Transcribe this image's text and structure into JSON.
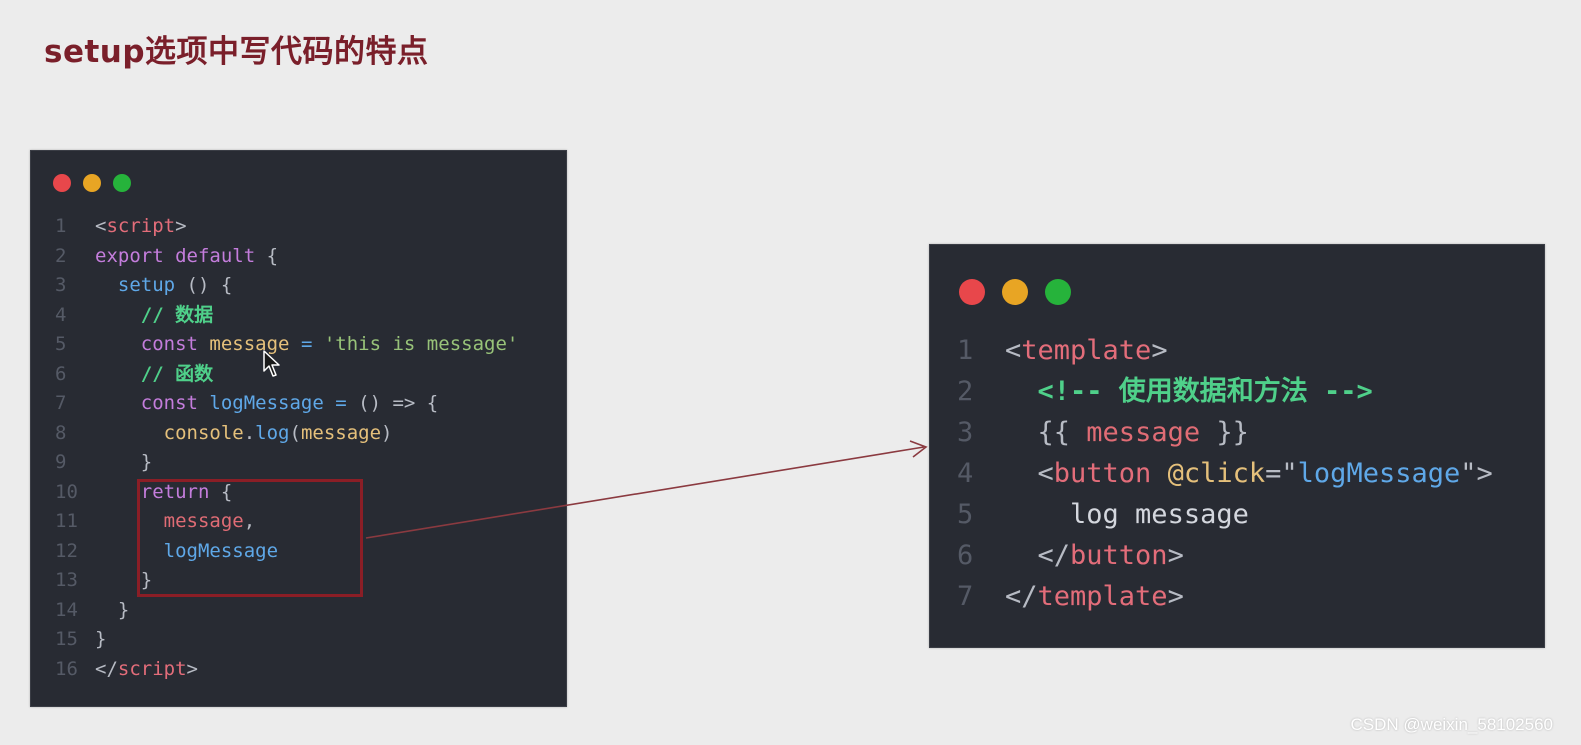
{
  "title": "setup选项中写代码的特点",
  "watermark": "CSDN @weixin_58102560",
  "colors": {
    "title": "#7a1f2a",
    "panel_bg": "#282b33",
    "highlight": "#8b1e26",
    "dot_red": "#e8474b",
    "dot_yellow": "#e8a524",
    "dot_green": "#26b33b"
  },
  "left_code": {
    "ln": [
      "1",
      "2",
      "3",
      "4",
      "5",
      "6",
      "7",
      "8",
      "9",
      "10",
      "11",
      "12",
      "13",
      "14",
      "15",
      "16"
    ],
    "l1": {
      "lt": "<",
      "tag": "script",
      "gt": ">"
    },
    "l2": {
      "export": "export",
      "default": "default",
      "brace": "{"
    },
    "l3": {
      "setup": "setup",
      "rest": "() {"
    },
    "l4": {
      "comment": "// 数据"
    },
    "l5": {
      "const": "const",
      "name": "message",
      "eq": "=",
      "str": "'this is message'"
    },
    "l6": {
      "comment": "// 函数"
    },
    "l7": {
      "const": "const",
      "name": "logMessage",
      "eq": "=",
      "rest": "() => {"
    },
    "l8": {
      "obj": "console",
      "dot": ".",
      "fn": "log",
      "open": "(",
      "arg": "message",
      "close": ")"
    },
    "l9": {
      "brace": "}"
    },
    "l10": {
      "kw": "return",
      "brace": "{"
    },
    "l11": {
      "name": "message",
      "comma": ","
    },
    "l12": {
      "name": "logMessage"
    },
    "l13": {
      "brace": "}"
    },
    "l14": {
      "brace": "}"
    },
    "l15": {
      "brace": "}"
    },
    "l16": {
      "lt": "</",
      "tag": "script",
      "gt": ">"
    }
  },
  "right_code": {
    "ln": [
      "1",
      "2",
      "3",
      "4",
      "5",
      "6",
      "7"
    ],
    "l1": {
      "lt": "<",
      "tag": "template",
      "gt": ">"
    },
    "l2": {
      "comment": "<!-- 使用数据和方法 -->"
    },
    "l3": {
      "open": "{{",
      "name": "message",
      "close": "}}"
    },
    "l4": {
      "lt": "<",
      "tag": "button",
      "attr": "@click",
      "eq": "=",
      "q1": "\"",
      "val": "logMessage",
      "q2": "\"",
      "gt": ">"
    },
    "l5": {
      "text": "log message"
    },
    "l6": {
      "lt": "</",
      "tag": "button",
      "gt": ">"
    },
    "l7": {
      "lt": "</",
      "tag": "template",
      "gt": ">"
    }
  }
}
